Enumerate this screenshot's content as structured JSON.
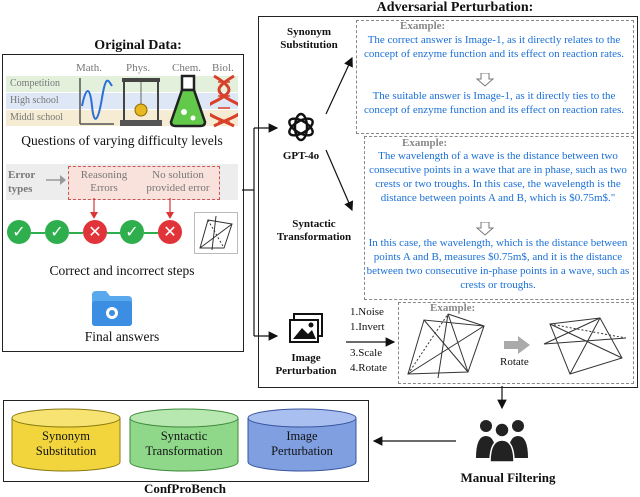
{
  "original": {
    "title": "Original Data:",
    "levels": [
      "Competition",
      "High school",
      "Middl school"
    ],
    "subjects": [
      "Math.",
      "Phys.",
      "Chem.",
      "Biol."
    ],
    "difficulty_caption": "Questions of varying difficulty levels",
    "error_types_label": "Error types",
    "error_types": [
      "Reasoning Errors",
      "No solution provided error"
    ],
    "steps_caption": "Correct and incorrect steps",
    "final_caption": "Final answers"
  },
  "adversarial": {
    "title": "Adversarial Perturbation:",
    "gpt_label": "GPT-4o",
    "synonym_label": "Synonym Substitution",
    "syntactic_label": "Syntactic Transformation",
    "image_label": "Image Perturbation",
    "example_label": "Example:",
    "synonym_original": "The correct answer is Image-1, as it directly relates to the concept of enzyme function and its effect on reaction rates.",
    "synonym_perturbed": "The suitable answer is Image-1, as it directly ties to the concept of enzyme function and its effect on reaction rates.",
    "syntactic_original": "The wavelength of a wave is the distance between two consecutive points in a wave that are in phase, such as two crests or two troughs. In this case, the wavelength is the distance between points A and B, which is $0.75m$.\"",
    "syntactic_perturbed": "In this case, the wavelength, which is the distance between points A and B, measures $0.75m$, and it is the distance between two consecutive in-phase points in a wave, such as crests or troughs.",
    "ops": [
      "1.Noise",
      "1.Invert",
      "3.Scale",
      "4.Rotate"
    ],
    "rotate_label": "Rotate"
  },
  "filtering": {
    "label": "Manual Filtering"
  },
  "bench": {
    "name": "ConfProBench",
    "items": [
      "Synonym Substitution",
      "Syntactic Transformation",
      "Image Perturbation"
    ]
  },
  "colors": {
    "accent_blue": "#1a6fd6",
    "correct_green": "#2fae4e",
    "error_red": "#e0343a",
    "cyl_yellow": "#f2d53c",
    "cyl_green": "#8fd88a",
    "cyl_blue": "#7f9fe0"
  }
}
